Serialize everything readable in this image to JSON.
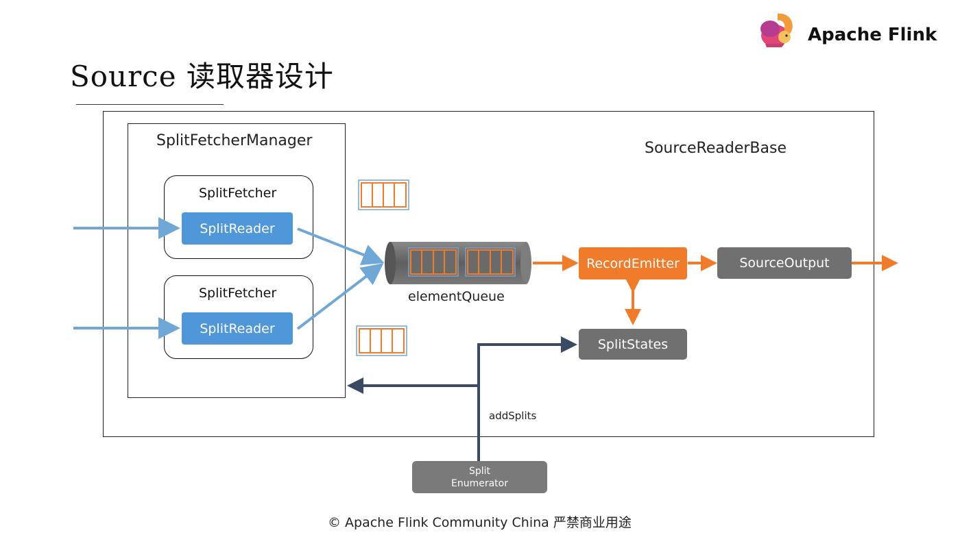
{
  "title": "Source 读取器设计",
  "brand": {
    "name": "Apache Flink"
  },
  "diagram": {
    "split_fetcher_manager_label": "SplitFetcherManager",
    "source_reader_base_label": "SourceReaderBase",
    "fetchers": [
      {
        "title": "SplitFetcher",
        "reader": "SplitReader"
      },
      {
        "title": "SplitFetcher",
        "reader": "SplitReader"
      }
    ],
    "element_queue_label": "elementQueue",
    "record_emitter": "RecordEmitter",
    "source_output": "SourceOutput",
    "split_states": "SplitStates",
    "add_splits_label": "addSplits",
    "split_enumerator_line1": "Split",
    "split_enumerator_line2": "Enumerator"
  },
  "footer": "© Apache Flink Community China  严禁商业用途",
  "colors": {
    "blue_arrow": "#6fa8d6",
    "reader_blue": "#4f97d9",
    "orange": "#f07b2a",
    "navy_arrow": "#3a4a63",
    "grey_box": "#707070",
    "queue_grey": "#6a6a6a"
  }
}
